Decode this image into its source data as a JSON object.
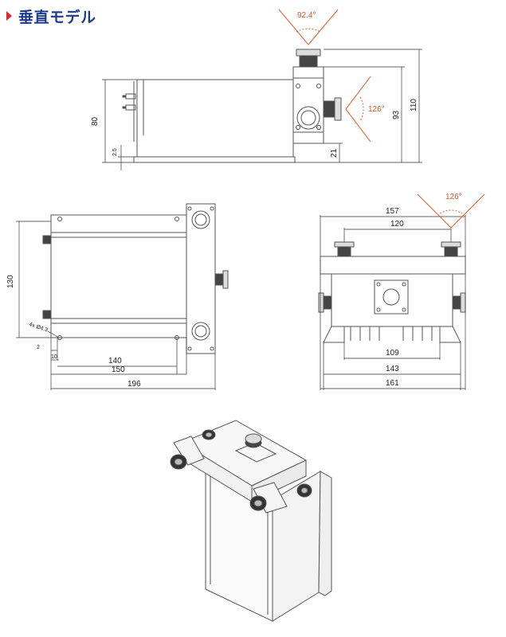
{
  "heading": {
    "title": "垂直モデル",
    "accent_color": "#d9282f",
    "title_color": "#1f3c88",
    "marker_icon": "triangle-right-icon"
  },
  "colors": {
    "line": "#555555",
    "dimension": "#333333",
    "angle": "#e05a2a"
  },
  "side_view": {
    "connector_angle_top": "92.4°",
    "connector_angle_side": "126°",
    "dim_height_80": "80",
    "dim_plate_2_5": "2.5",
    "dim_height_93": "93",
    "dim_height_110": "110",
    "dim_offset_21": "21"
  },
  "plan_view": {
    "dim_height_130": "130",
    "hole_label": "4x Ø4.3",
    "dim_2": "2",
    "dim_10": "10",
    "dim_140": "140",
    "dim_150": "150",
    "dim_196": "196"
  },
  "front_view": {
    "connector_angle": "126°",
    "dim_157": "157",
    "dim_120": "120",
    "dim_109": "109",
    "dim_143": "143",
    "dim_161": "161"
  }
}
